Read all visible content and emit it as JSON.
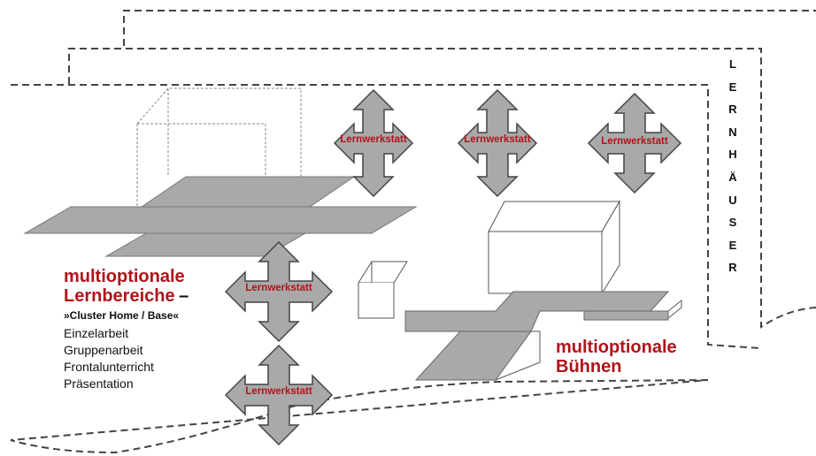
{
  "arrow_label": "Lernwerkstatt",
  "side_label": [
    "L",
    "E",
    "R",
    "N",
    "H",
    "Ä",
    "U",
    "S",
    "E",
    "R"
  ],
  "left_block": {
    "title_line1": "multioptionale",
    "title_line2": "Lernbereiche",
    "dash": "–",
    "subtitle": "»Cluster Home / Base«",
    "items": [
      "Einzelarbeit",
      "Gruppenarbeit",
      "Frontalunterricht",
      "Präsentation"
    ]
  },
  "right_block": {
    "title_line1": "multioptionale",
    "title_line2": "Bühnen"
  },
  "colors": {
    "accent": "#b0141a",
    "shape_fill": "#a9a9a9",
    "outline": "#555555"
  }
}
